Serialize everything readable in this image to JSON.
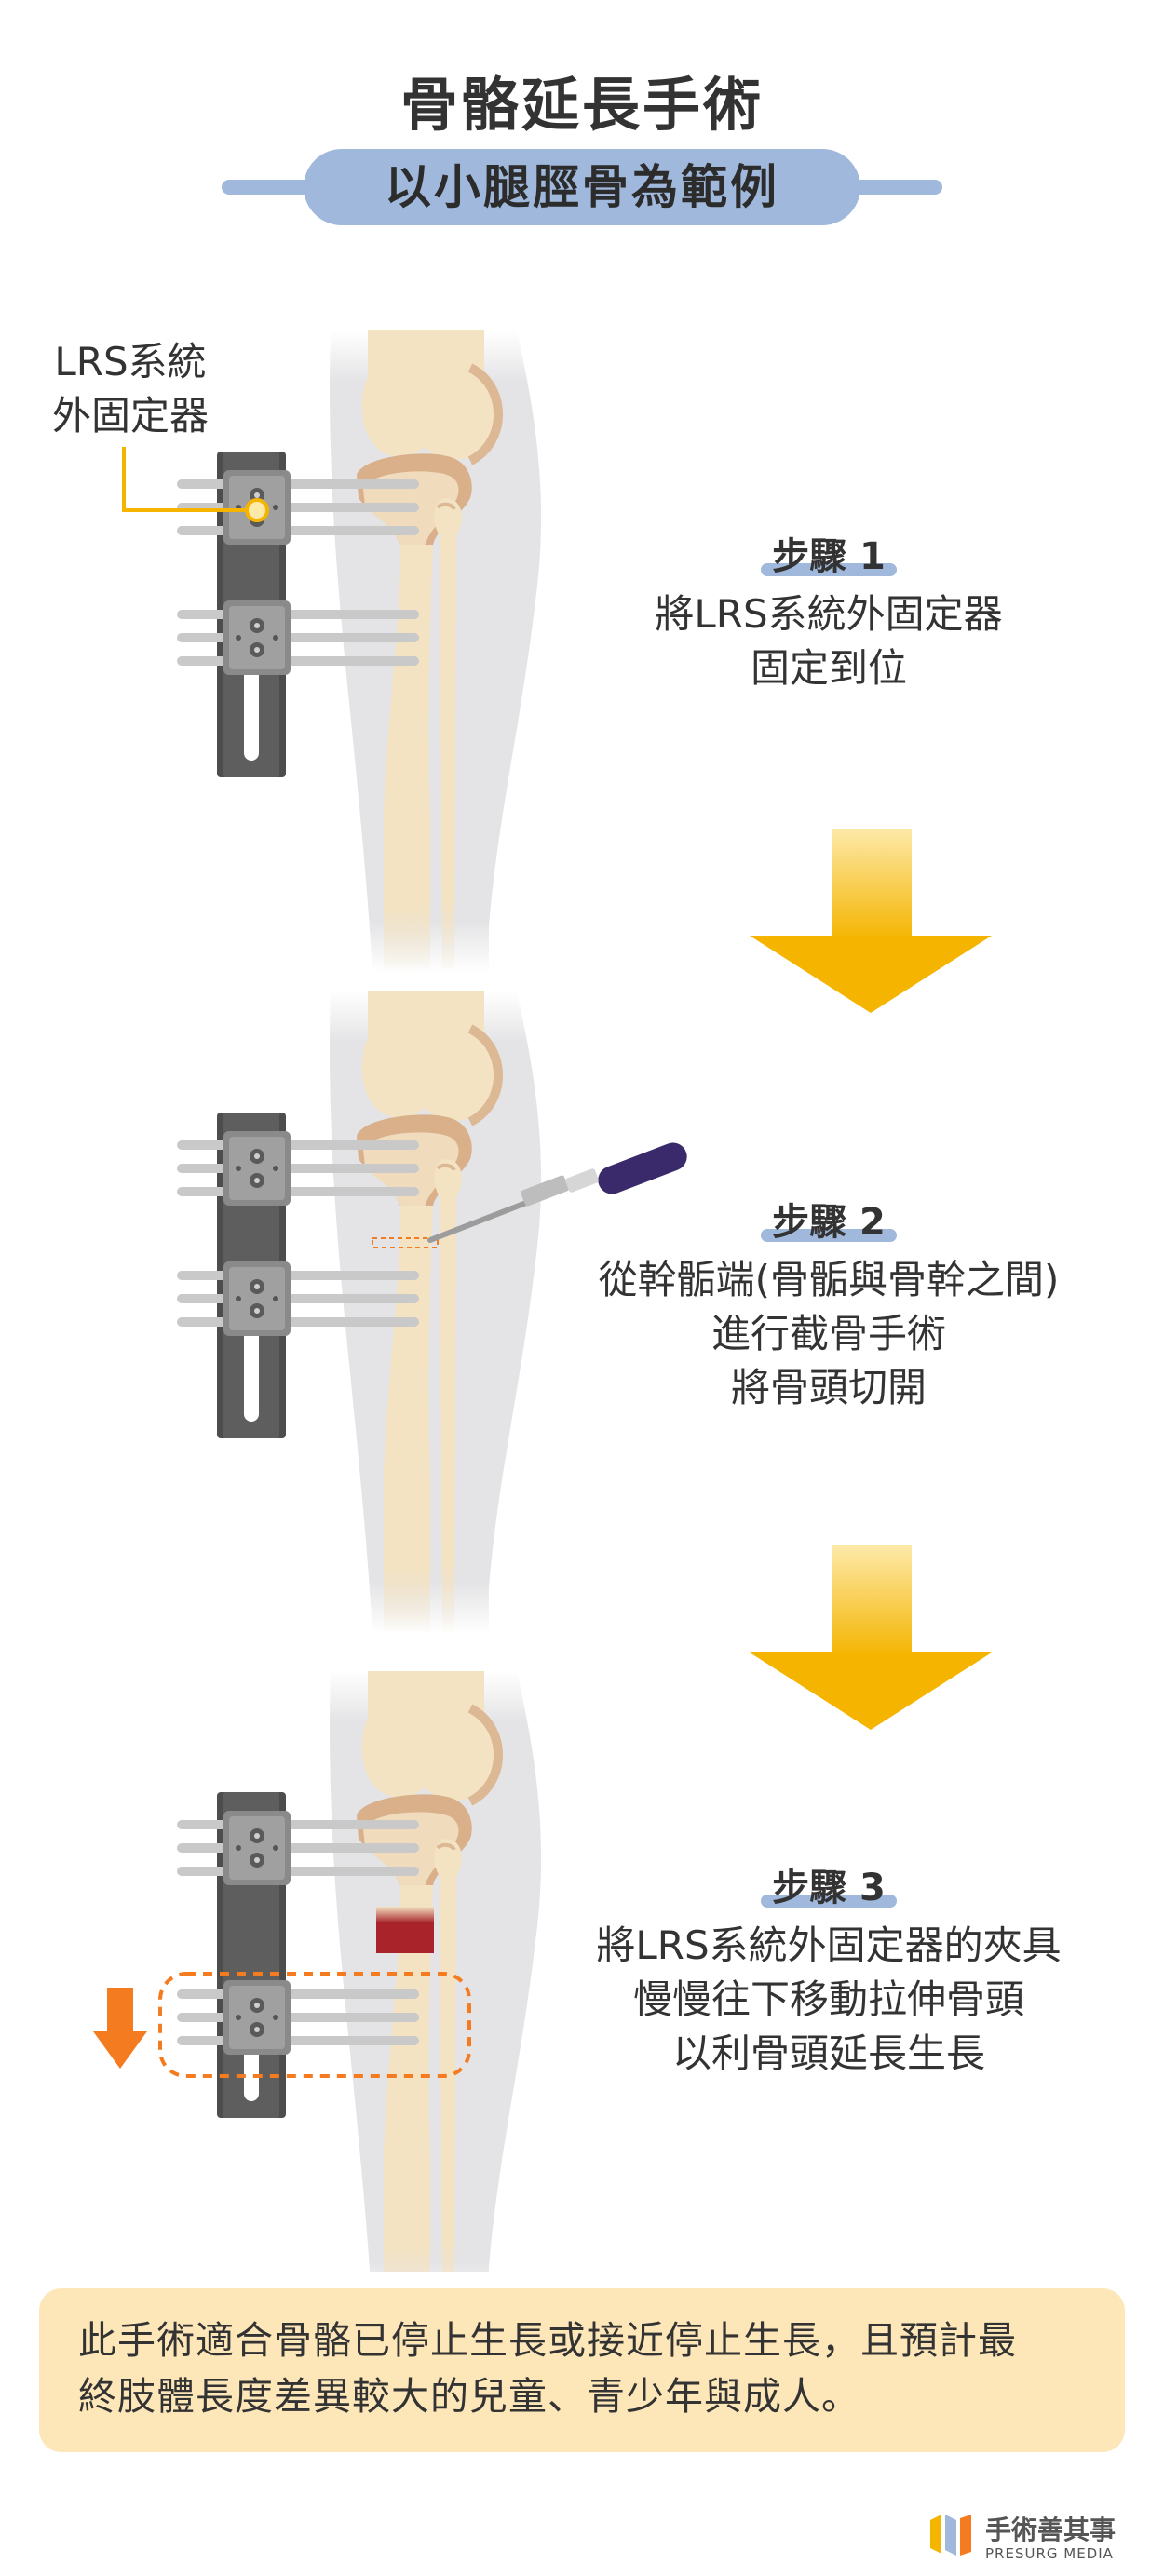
{
  "header": {
    "title": "骨骼延長手術",
    "subtitle": "以小腿脛骨為範例"
  },
  "callout": {
    "line1": "LRS系統",
    "line2": "外固定器"
  },
  "steps": [
    {
      "label": "步驟 1",
      "lines": [
        "將LRS系統外固定器",
        "固定到位"
      ]
    },
    {
      "label": "步驟 2",
      "lines": [
        "從幹骺端(骨骺與骨幹之間)",
        "進行截骨手術",
        "將骨頭切開"
      ]
    },
    {
      "label": "步驟 3",
      "lines": [
        "將LRS系統外固定器的夾具",
        "慢慢往下移動拉伸骨頭",
        "以利骨頭延長生長"
      ]
    }
  ],
  "note": {
    "line1": "此手術適合骨骼已停止生長或接近停止生長，且預計最",
    "line2": "終肢體長度差異較大的兒童、青少年與成人。"
  },
  "brand": {
    "name": "手術善其事",
    "name_en": "PRESURG MEDIA"
  },
  "colors": {
    "accent_blue": "#9fb8dc",
    "arrow_yellow": "#f4b400",
    "orange": "#f47b20",
    "note_bg": "#fde6b8",
    "bone": "#f3e3c3",
    "fixator": "#4d4d4d",
    "cut_red": "#a8232a"
  }
}
